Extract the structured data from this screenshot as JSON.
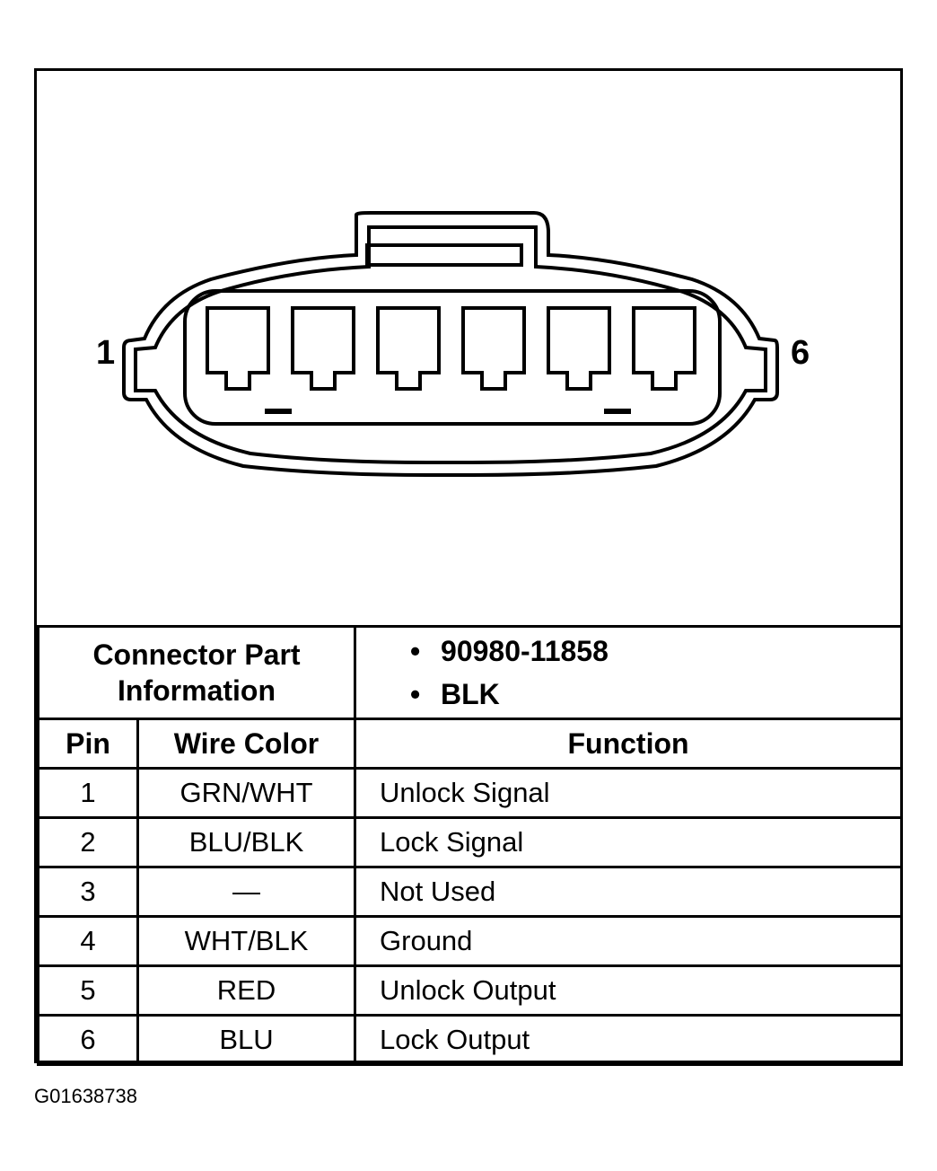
{
  "diagram": {
    "pin_label_left": "1",
    "pin_label_right": "6",
    "cavity_count": 6
  },
  "part_info": {
    "label_line1": "Connector Part",
    "label_line2": "Information",
    "items": [
      "90980-11858",
      "BLK"
    ]
  },
  "table": {
    "headers": {
      "pin": "Pin",
      "wire_color": "Wire Color",
      "function": "Function"
    },
    "rows": [
      {
        "pin": "1",
        "wire_color": "GRN/WHT",
        "function": "Unlock Signal"
      },
      {
        "pin": "2",
        "wire_color": "BLU/BLK",
        "function": "Lock Signal"
      },
      {
        "pin": "3",
        "wire_color": "—",
        "function": "Not Used"
      },
      {
        "pin": "4",
        "wire_color": "WHT/BLK",
        "function": "Ground"
      },
      {
        "pin": "5",
        "wire_color": "RED",
        "function": "Unlock Output"
      },
      {
        "pin": "6",
        "wire_color": "BLU",
        "function": "Lock Output"
      }
    ]
  },
  "footer": {
    "code": "G01638738"
  }
}
